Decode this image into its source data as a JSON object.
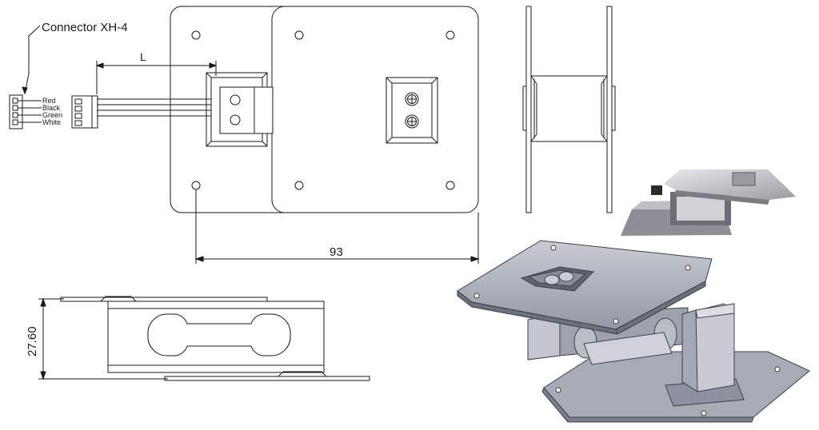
{
  "connector": {
    "title": "Connector XH-4",
    "wires": [
      "Red",
      "Black",
      "Green",
      "White"
    ]
  },
  "dimensions": {
    "length_label": "L",
    "width_value": "93",
    "height_value": "27.60"
  },
  "colors": {
    "line": "#1a1a1a",
    "render_top": "#a9adb8",
    "render_side": "#c7cad3",
    "render_dark": "#6f7380",
    "photo_bg": "#d9dade"
  }
}
